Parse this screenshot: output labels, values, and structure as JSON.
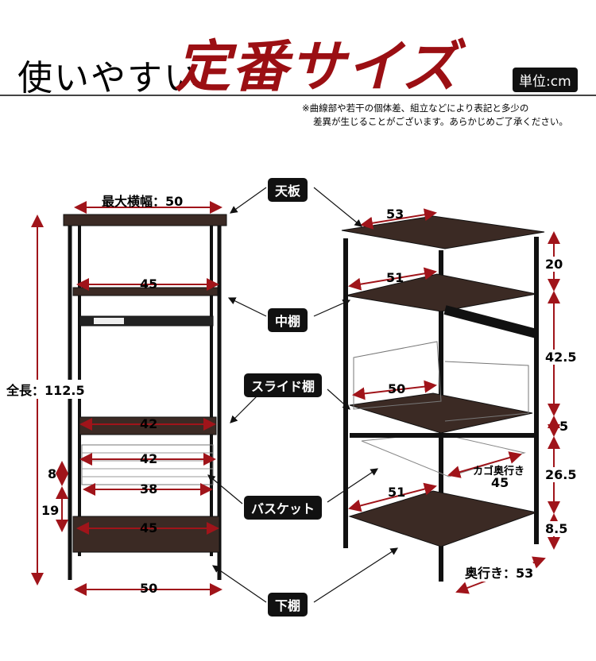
{
  "title": {
    "lead": "使いやすい",
    "main": "定番サイズ"
  },
  "unit_badge": "単位:cm",
  "note": [
    "※曲線部や若干の個体差、組立などにより表記と多少の",
    "差異が生じることがございます。あらかじめご了承ください。"
  ],
  "callouts": {
    "top": "天板",
    "middle": "中棚",
    "slide": "スライド棚",
    "basket": "バスケット",
    "bottom": "下棚"
  },
  "front": {
    "max_width": "最大横幅：50",
    "shelf_mid": "45",
    "slide": "42",
    "basket_top": "42",
    "basket_bottom": "38",
    "shelf_low": "45",
    "base": "50",
    "total_height": "全長：112.5",
    "basket_h1": "8",
    "basket_h2": "19"
  },
  "side": {
    "top_depth": "53",
    "mid_depth": "51",
    "slide_depth": "50",
    "low_depth": "51",
    "basket_depth_label": "カゴ奥行き",
    "basket_depth": "45",
    "depth": "奥行き：53",
    "h_top": "20",
    "h_mid": "42.5",
    "h_slide": "5",
    "h_basket": "26.5",
    "h_foot": "8.5"
  },
  "colors": {
    "accent": "#9b0f13",
    "wood": "#3b2a24",
    "arrow": "#a0141a"
  }
}
